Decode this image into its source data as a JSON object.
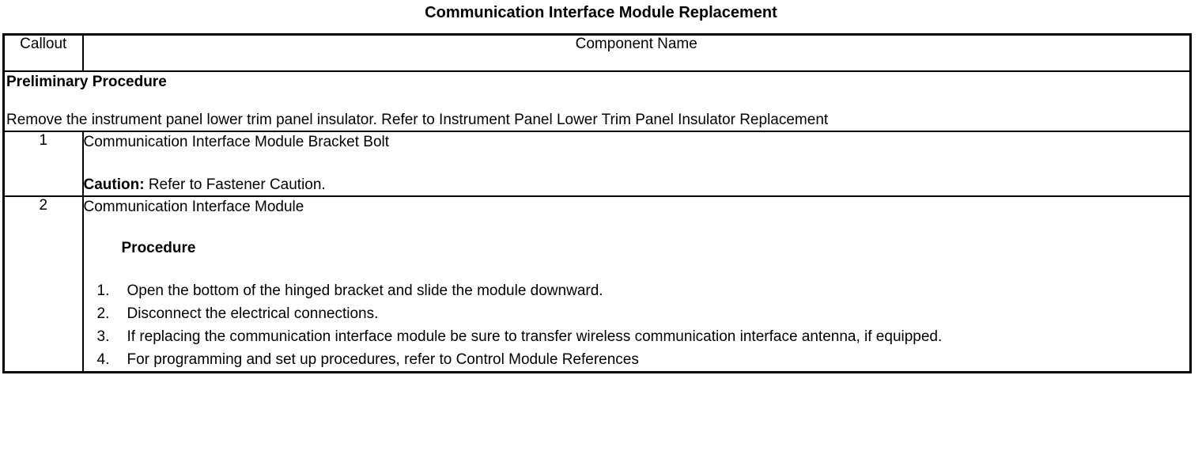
{
  "document": {
    "title": "Communication Interface Module Replacement"
  },
  "table": {
    "headers": {
      "callout": "Callout",
      "component_name": "Component Name"
    },
    "preliminary": {
      "heading": "Preliminary Procedure",
      "body": "Remove the instrument panel lower trim panel insulator. Refer to Instrument Panel Lower Trim Panel Insulator Replacement"
    },
    "rows": [
      {
        "callout": "1",
        "name": "Communication Interface Module Bracket Bolt",
        "caution_label": "Caution:",
        "caution_text": " Refer to Fastener Caution."
      },
      {
        "callout": "2",
        "name": "Communication Interface Module",
        "procedure_heading": "Procedure",
        "steps": [
          {
            "num": "1.",
            "text": "Open the bottom of the hinged bracket and slide the module downward."
          },
          {
            "num": "2.",
            "text": "Disconnect the electrical connections."
          },
          {
            "num": "3.",
            "text": "If replacing the communication interface module be sure to transfer wireless communication interface antenna, if equipped."
          },
          {
            "num": "4.",
            "text": "For programming and set up procedures, refer to Control Module References"
          }
        ]
      }
    ]
  },
  "colors": {
    "border": "#000000",
    "text": "#000000",
    "background": "#ffffff"
  }
}
